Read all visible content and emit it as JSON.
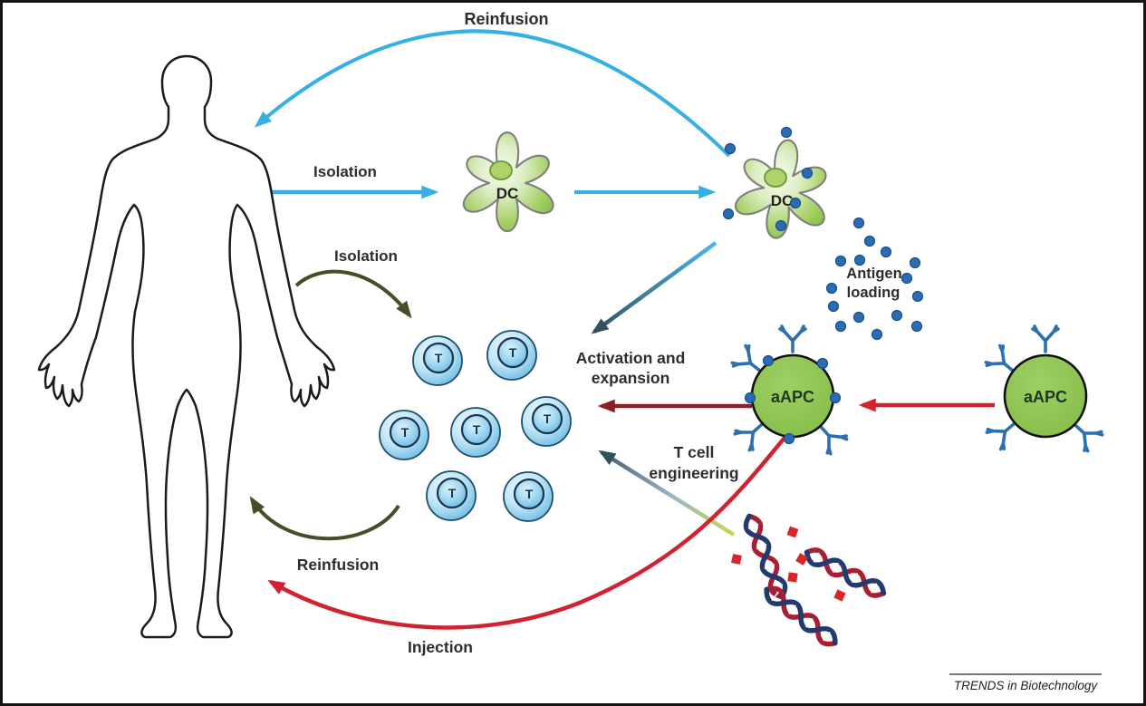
{
  "figure": {
    "credit": "TRENDS in Biotechnology",
    "background": "#ffffff",
    "description_labels_visible_only": true
  },
  "labels": {
    "reinfusion_top": "Reinfusion",
    "isolation_blood": "Isolation",
    "isolation_tcell": "Isolation",
    "antigen_loading_line1": "Antigen",
    "antigen_loading_line2": "loading",
    "activation_line1": "Activation and",
    "activation_line2": "expansion",
    "engineering_line1": "T cell",
    "engineering_line2": "engineering",
    "reinfusion_bottom": "Reinfusion",
    "injection": "Injection"
  },
  "cells": {
    "dendritic_label": "DC",
    "aapc_label": "aAPC",
    "t_cell_label": "T"
  },
  "colors": {
    "cyan_arrow": "#35b0e5",
    "olive_arrow": "#4b4b27",
    "maroon_arrow": "#8b1f28",
    "red_arrow": "#cf2330",
    "slate_arrowhead": "#33505f",
    "engineering_gradient_tail": "#c6d84e",
    "cell_green": "#8dc453",
    "t_cell_blue": "#54aede",
    "antigen_blue": "#2a6cb3",
    "antibody_blue": "#2e6fae",
    "dna_red": "#a81e33",
    "dna_navy": "#223a6e",
    "dna_fragment_red": "#d8262c",
    "body_outline": "#1b1b1b"
  }
}
